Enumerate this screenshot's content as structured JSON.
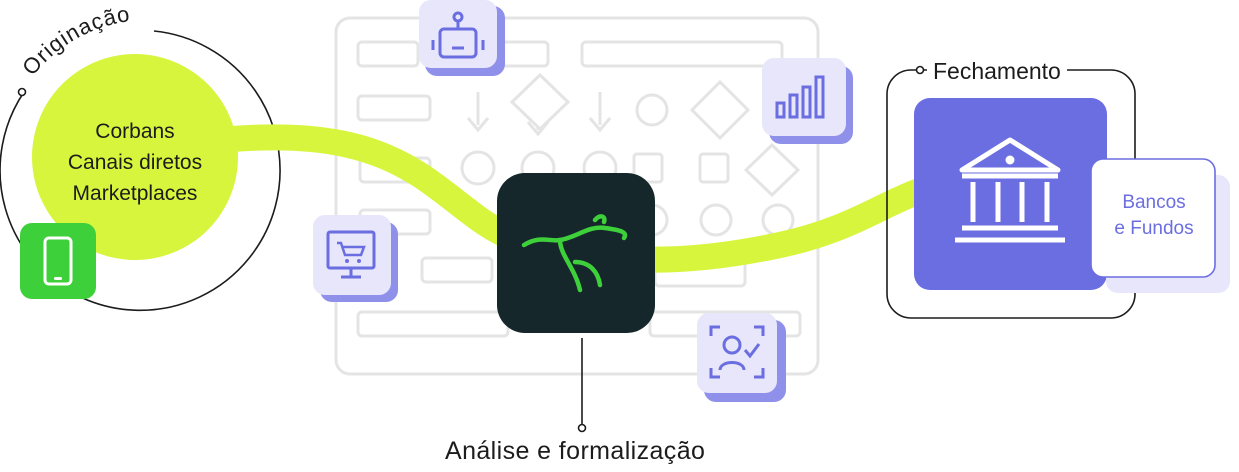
{
  "originacao": {
    "title": "Originação",
    "channels": [
      "Corbans",
      "Canais diretos",
      "Marketplaces"
    ]
  },
  "analise": {
    "title": "Análise e formalização"
  },
  "fechamento": {
    "title": "Fechamento",
    "destination_line1": "Bancos",
    "destination_line2": "e Fundos"
  },
  "icons": [
    "smartphone-icon",
    "robot-icon",
    "bar-chart-icon",
    "shopping-cart-monitor-icon",
    "face-verification-icon",
    "bank-icon",
    "runner-logo-icon"
  ],
  "colors": {
    "lime": "#d7f53d",
    "green": "#3ed03b",
    "dark": "#15272a",
    "purple": "#6b6ee0",
    "lavender": "#e7e6fb",
    "grid": "#e3e3e3"
  }
}
